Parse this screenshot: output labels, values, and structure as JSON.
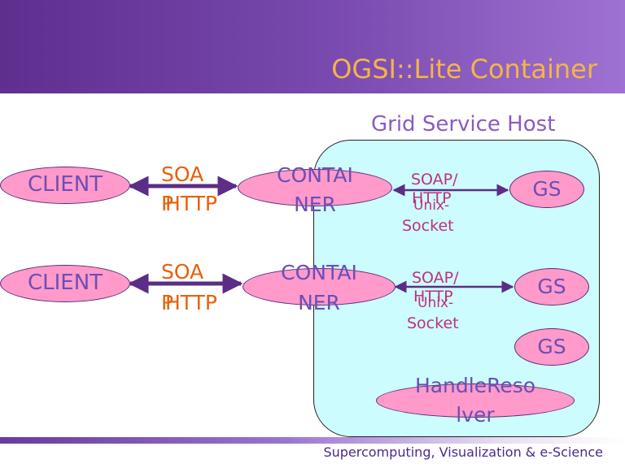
{
  "slide": {
    "title": "OGSI::Lite Container",
    "host_label": "Grid Service Host",
    "footer": "Supercomputing, Visualization & e-Science"
  },
  "row1": {
    "client": "CLIENT",
    "proto_line1": "SOA",
    "proto_line2": "P",
    "proto_line2b": "HTTP",
    "container_line1": "CONTAI",
    "container_line2": "NER",
    "inner_line1": "SOAP/",
    "inner_line2": "HTTP",
    "inner_line3": "Unix-",
    "inner_line4": "Socket",
    "gs": "GS"
  },
  "row2": {
    "client": "CLIENT",
    "proto_line1": "SOA",
    "proto_line2": "P",
    "proto_line2b": "HTTP",
    "container_line1": "CONTAI",
    "container_line2": "NER",
    "inner_line1": "SOAP/",
    "inner_line2": "HTTP",
    "inner_line3": "Unix-",
    "inner_line4": "Socket",
    "gs": "GS"
  },
  "extra": {
    "gs": "GS",
    "resolver_line1": "HandleReso",
    "resolver_line2": "lver"
  },
  "colors": {
    "header": "#6a3a9e",
    "title": "#f5b547",
    "host_box": "#ccfcfd",
    "ellipse": "#ff9acb",
    "arrow": "#5b2d86",
    "protocol_text": "#e8600c"
  }
}
